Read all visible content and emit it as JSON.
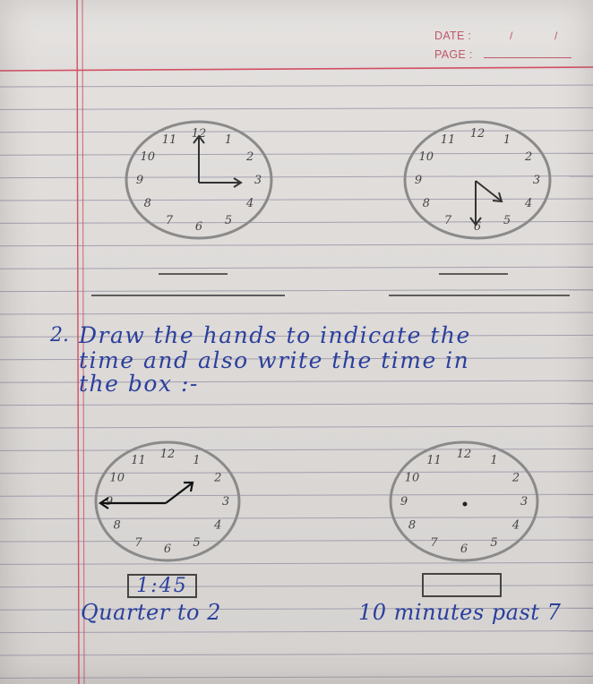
{
  "header": {
    "date_label": "DATE :",
    "date_sep1": "/",
    "date_sep2": "/",
    "page_label": "PAGE :"
  },
  "colors": {
    "ink": "#2a3f9c",
    "margin_red": "#d24f63",
    "rule_line": "#9a96a8",
    "clock_pencil": "#555555"
  },
  "top_clocks": [
    {
      "numbers": [
        "12",
        "1",
        "2",
        "3",
        "4",
        "5",
        "6",
        "7",
        "8",
        "9",
        "10",
        "11"
      ]
    },
    {
      "numbers": [
        "12",
        "1",
        "2",
        "3",
        "4",
        "5",
        "6",
        "7",
        "8",
        "9",
        "10",
        "11"
      ]
    }
  ],
  "question": {
    "number": "2.",
    "line1": "Draw the hands to indicate the",
    "line2": "time and also write the time in",
    "line3": "the box :-"
  },
  "bottom_clocks": [
    {
      "numbers": [
        "12",
        "1",
        "2",
        "3",
        "4",
        "5",
        "6",
        "7",
        "8",
        "9",
        "10",
        "11"
      ]
    },
    {
      "numbers": [
        "12",
        "1",
        "2",
        "3",
        "4",
        "5",
        "6",
        "7",
        "8",
        "9",
        "10",
        "11"
      ]
    }
  ],
  "answers": {
    "left_box_value": "1:45",
    "right_box_value": "",
    "left_caption": "Quarter to 2",
    "right_caption": "10 minutes past 7"
  }
}
